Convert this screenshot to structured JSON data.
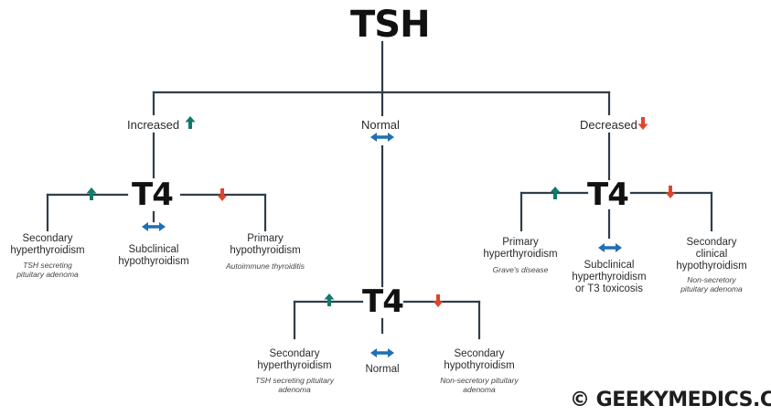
{
  "title": "TSH",
  "colors": {
    "line": "#2f3e4b",
    "up": "#127a6a",
    "down": "#e0452b",
    "normal": "#1f6fb5"
  },
  "branches": {
    "increased": {
      "label": "Increased",
      "node": "T4",
      "left": {
        "label": "Secondary\nhyperthyroidism",
        "note": "TSH secreting\npituitary adenoma"
      },
      "middle": {
        "label": "Subclinical\nhypothyroidism"
      },
      "right": {
        "label": "Primary\nhypothyroidism",
        "note": "Autoimmune thyroiditis"
      }
    },
    "normal": {
      "label": "Normal",
      "node": "T4",
      "left": {
        "label": "Secondary\nhyperthyroidism",
        "note": "TSH secreting pituitary\nadenoma"
      },
      "middle": {
        "label": "Normal"
      },
      "right": {
        "label": "Secondary\nhypothyroidism",
        "note": "Non-secretory pituitary\nadenoma"
      }
    },
    "decreased": {
      "label": "Decreased",
      "node": "T4",
      "left": {
        "label": "Primary\nhyperthyroidism",
        "note": "Grave's disease"
      },
      "middle": {
        "label": "Subclinical\nhyperthyroidism\nor T3 toxicosis"
      },
      "right": {
        "label": "Secondary\nclinical\nhypothyroidism",
        "note": "Non-secretory\npituitary adenoma"
      }
    }
  },
  "icons": {
    "up": "arrow-up-icon",
    "down": "arrow-down-icon",
    "normal": "double-arrow-icon"
  },
  "brand": "© GEEKYMEDICS.COM"
}
